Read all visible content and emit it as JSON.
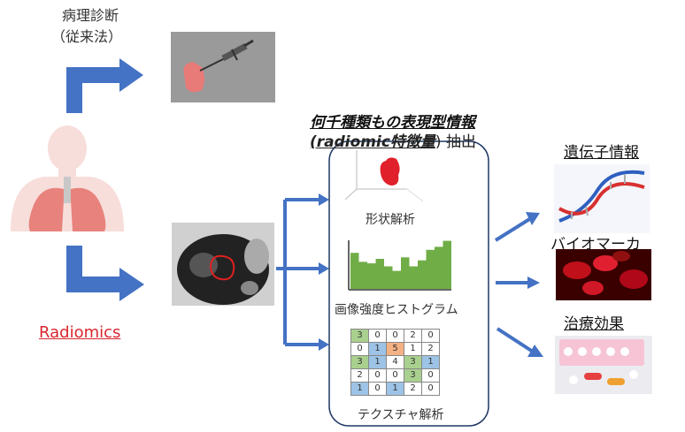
{
  "pathology": {
    "line1": "病理診断",
    "line2": "（従来法）"
  },
  "radiomics_label": "Radiomics",
  "header": {
    "line1": "何千種類もの表現型情報",
    "line2_italic": "(radiomic特徴量",
    "line2_tail": ") 抽出"
  },
  "features": {
    "shape": "形状解析",
    "histogram": "画像強度ヒストグラム",
    "texture": "テクスチャ解析"
  },
  "histogram_bars": [
    48,
    36,
    34,
    40,
    30,
    24,
    42,
    30,
    38,
    52,
    56,
    64
  ],
  "texture_matrix": [
    [
      "3",
      "0",
      "0",
      "2",
      "0"
    ],
    [
      "0",
      "1",
      "5",
      "1",
      "2"
    ],
    [
      "3",
      "1",
      "4",
      "3",
      "1"
    ],
    [
      "2",
      "0",
      "0",
      "3",
      "0"
    ],
    [
      "1",
      "0",
      "1",
      "2",
      "0"
    ]
  ],
  "texture_colors": [
    [
      "g",
      "",
      "",
      "",
      ""
    ],
    [
      "",
      "b",
      "o",
      "",
      ""
    ],
    [
      "g",
      "b",
      "",
      "g",
      "b"
    ],
    [
      "",
      "",
      "",
      "g",
      ""
    ],
    [
      "b",
      "",
      "b",
      "",
      ""
    ]
  ],
  "outputs": {
    "gene": "遺伝子情報",
    "biomarker": "バイオマーカ",
    "treatment": "治療効果"
  },
  "colors": {
    "arrow": "#4472c4",
    "radiomics": "#d9272e",
    "histogram": "#70ad47",
    "box_border": "#1f3864"
  }
}
